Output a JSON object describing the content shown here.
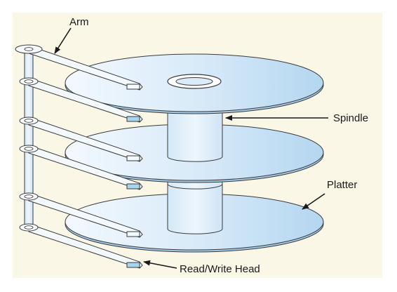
{
  "diagram": {
    "labels": {
      "arm": "Arm",
      "spindle": "Spindle",
      "platter": "Platter",
      "head": "Read/Write Head"
    },
    "colors": {
      "panel": "#FBF7E6",
      "platter_light": "#F2F8FD",
      "platter_dark": "#B7D8F1",
      "outline": "#3a3a3a",
      "head": "#A9D4EE"
    }
  }
}
